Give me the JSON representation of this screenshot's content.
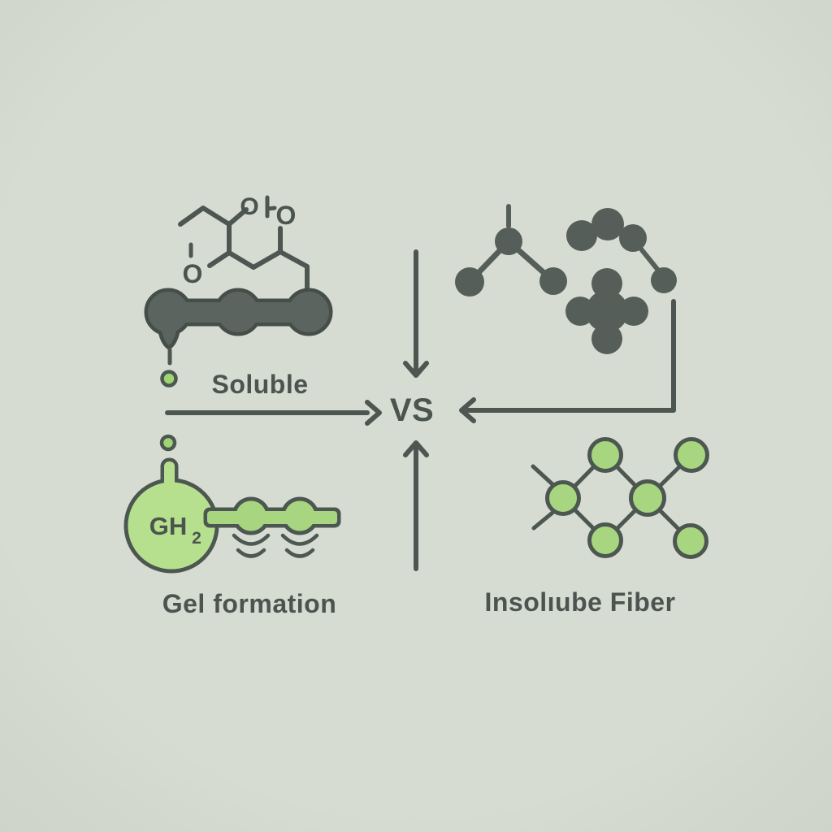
{
  "image_type": "soluble-vs-insoluble-fiber-comparison-diagram",
  "palette": {
    "background": "#d7dcd2",
    "dark_shape": "#555e59",
    "dark_shape_outline": "#454e49",
    "line": "#4d5651",
    "text": "#4b544f",
    "green_fill": "#a8d57f",
    "green_light_fill": "#b6e08e",
    "green_dot_fill": "#9fd473",
    "green_outline": "#4c5751"
  },
  "top_left": {
    "label": "Soluble",
    "oxygen_labels": [
      "O",
      "O",
      "O"
    ]
  },
  "center": {
    "vs_label": "VS"
  },
  "bottom_left": {
    "label": "Gel formation",
    "flask_formula": "GH",
    "flask_formula_subscript": "2"
  },
  "bottom_right": {
    "label": "Insolıube Fiber"
  }
}
